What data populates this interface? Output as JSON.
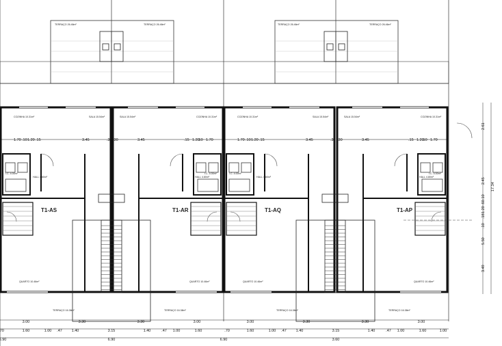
{
  "units": [
    {
      "name": "T1-AS",
      "flip": false
    },
    {
      "name": "T1-AR",
      "flip": true
    },
    {
      "name": "T1-AQ",
      "flip": false
    },
    {
      "name": "T1-AP",
      "flip": true
    }
  ],
  "rooms": {
    "cozinha": "COZINHA 10.31m²",
    "sala": "SALA 15.54m²",
    "hall": "HALL 4.80m²",
    "ic": "I.C. 4.00m²",
    "quarto": "QUARTO 10.46m²",
    "terraco_bottom": "TERRAÇO 16.38m²",
    "terraco_top": "TERRAÇO 26.46m²"
  },
  "interior_dims": [
    "1.70",
    ".10",
    "1.20",
    ".15",
    "3.45",
    ".30"
  ],
  "bottom_row1": [
    "3.00",
    "3.30",
    "3.30",
    "3.00",
    "3.00",
    "3.30",
    "3.30",
    "3.00"
  ],
  "bottom_row2": [
    ".70",
    "1.60",
    "1.00",
    ".47",
    "1.40",
    "3.15",
    "1.40",
    ".47",
    "1.00",
    "1.60",
    ".70",
    "1.60",
    "1.00",
    ".47",
    "1.40",
    "3.15",
    "1.40",
    ".47",
    "1.00",
    "1.60",
    "1.00"
  ],
  "bottom_row3": [
    "6.90",
    "6.90",
    "6.90",
    "3.60"
  ],
  "right_dims": [
    "2.61",
    "2.45",
    "17.34",
    ".10",
    ".60",
    "1.20",
    ".18",
    ".10",
    "5.50",
    "3.49"
  ]
}
